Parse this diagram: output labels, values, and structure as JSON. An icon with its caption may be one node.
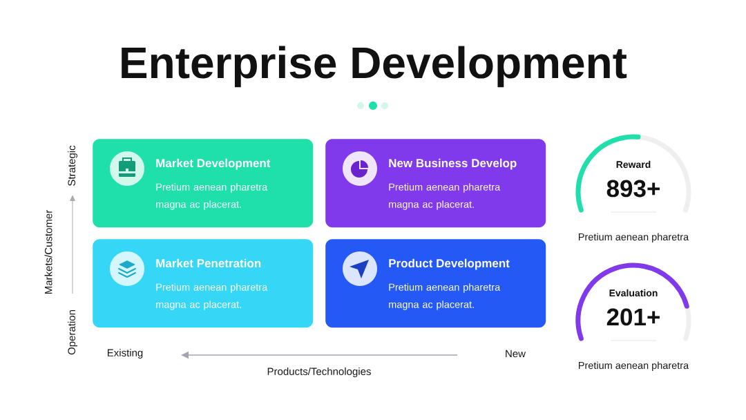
{
  "diagram": {
    "title": "Enterprise Development",
    "nodes": [
      {
        "text": [
          "Market Development",
          "Pretium aenean pharetra magna ac placerat."
        ]
      },
      {
        "text": [
          "New Business Develop",
          "Pretium aenean pharetra magna ac placerat."
        ]
      },
      {
        "text": [
          "Market Penetration",
          "Pretium aenean pharetra magna ac placerat."
        ]
      },
      {
        "text": [
          "Product Development",
          "Pretium aenean pharetra magna ac placerat."
        ]
      },
      {
        "text": [
          "Reward",
          "893+"
        ],
        "beside": [
          "Pretium aenean pharetra"
        ]
      },
      {
        "text": [
          "Evaluation",
          "201+"
        ],
        "beside": [
          "Pretium aenean pharetra"
        ]
      }
    ],
    "labels": [
      "Strategic",
      "Markets/Customer",
      "Operation",
      "Existing",
      "New",
      "Products/Technologies"
    ]
  }
}
